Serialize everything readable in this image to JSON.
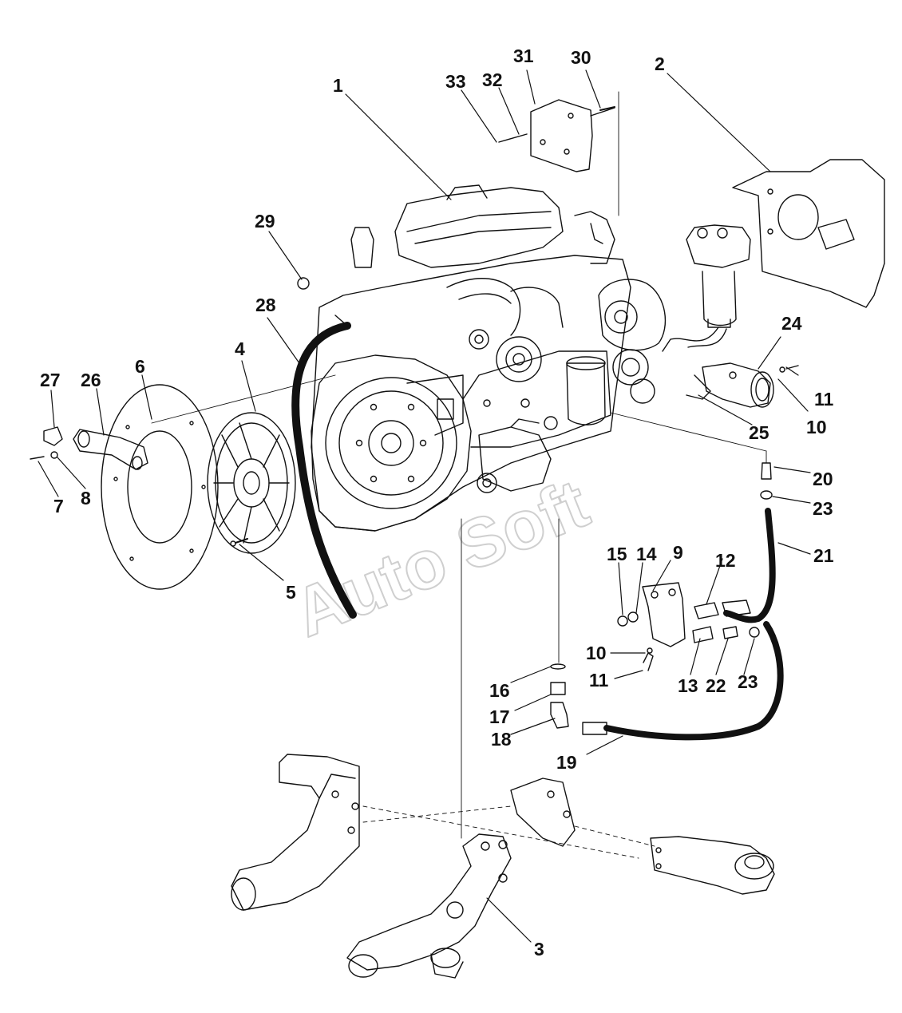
{
  "watermark": "Auto Soft",
  "callouts": [
    {
      "id": "c1",
      "text": "1"
    },
    {
      "id": "c2",
      "text": "2"
    },
    {
      "id": "c3",
      "text": "3"
    },
    {
      "id": "c4",
      "text": "4"
    },
    {
      "id": "c5",
      "text": "5"
    },
    {
      "id": "c6",
      "text": "6"
    },
    {
      "id": "c7",
      "text": "7"
    },
    {
      "id": "c8",
      "text": "8"
    },
    {
      "id": "c9",
      "text": "9"
    },
    {
      "id": "c10a",
      "text": "10"
    },
    {
      "id": "c10b",
      "text": "10"
    },
    {
      "id": "c11a",
      "text": "11"
    },
    {
      "id": "c11b",
      "text": "11"
    },
    {
      "id": "c12",
      "text": "12"
    },
    {
      "id": "c13",
      "text": "13"
    },
    {
      "id": "c14",
      "text": "14"
    },
    {
      "id": "c15",
      "text": "15"
    },
    {
      "id": "c16",
      "text": "16"
    },
    {
      "id": "c17",
      "text": "17"
    },
    {
      "id": "c18",
      "text": "18"
    },
    {
      "id": "c19",
      "text": "19"
    },
    {
      "id": "c20",
      "text": "20"
    },
    {
      "id": "c21",
      "text": "21"
    },
    {
      "id": "c22",
      "text": "22"
    },
    {
      "id": "c23a",
      "text": "23"
    },
    {
      "id": "c23b",
      "text": "23"
    },
    {
      "id": "c24",
      "text": "24"
    },
    {
      "id": "c25",
      "text": "25"
    },
    {
      "id": "c26",
      "text": "26"
    },
    {
      "id": "c27",
      "text": "27"
    },
    {
      "id": "c28",
      "text": "28"
    },
    {
      "id": "c29",
      "text": "29"
    },
    {
      "id": "c30",
      "text": "30"
    },
    {
      "id": "c31",
      "text": "31"
    },
    {
      "id": "c32",
      "text": "32"
    },
    {
      "id": "c33",
      "text": "33"
    }
  ]
}
